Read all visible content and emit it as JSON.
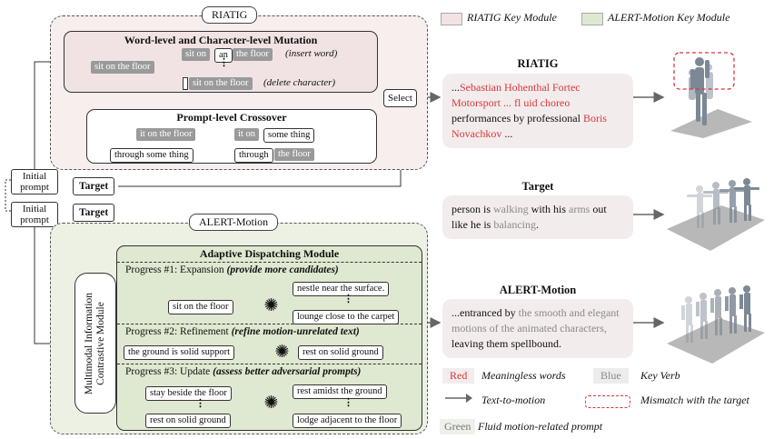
{
  "legend": {
    "riatig_module": "RIATIG Key Module",
    "alert_module": "ALERT-Motion Key Module",
    "red_swatch": "Red",
    "red_meaning": "Meaningless words",
    "blue_swatch": "Blue",
    "blue_meaning": "Key Verb",
    "arrow_meaning": "Text-to-motion",
    "dashed_meaning": "Mismatch with the target",
    "green_swatch": "Green",
    "green_meaning": "Fluid motion-related prompt"
  },
  "riatig": {
    "label": "RIATIG",
    "mutation_title": "Word-level and Character-level Mutation",
    "source": "sit on the floor",
    "ins_a": "sit on",
    "ins_b": "an",
    "ins_c": "the floor",
    "insert_note": "(insert word)",
    "del_a": "sit on the floor",
    "delete_note": "(delete character)",
    "crossover_title": "Prompt-level Crossover",
    "p1": "it on the floor",
    "p2": "through some thing",
    "c1a": "it on",
    "c1b": "some thing",
    "c2a": "through",
    "c2b": "the floor",
    "select": "Select"
  },
  "inputs": {
    "initial_prompt_1": "Initial prompt",
    "initial_prompt_2": "Initial prompt",
    "target_1": "Target",
    "target_2": "Target"
  },
  "alert": {
    "label": "ALERT-Motion",
    "contrastive": "Multimodal Information Contrastive Module",
    "dispatch_title": "Adaptive Dispatching Module",
    "stage1_label": "Progress #1: Expansion",
    "stage1_note": "(provide more candidates)",
    "s1_in": "sit on the floor",
    "s1_out1": "nestle near the surface.",
    "s1_out2": "lounge close to the carpet",
    "stage2_label": "Progress #2: Refinement",
    "stage2_note": "(refine motion-unrelated text)",
    "s2_in": "the ground is solid support",
    "s2_out": "rest on solid ground",
    "stage3_label": "Progress #3: Update",
    "stage3_note": "(assess better adversarial prompts)",
    "s3_in1": "stay beside the floor",
    "s3_in2": "rest on solid ground",
    "s3_out1": "rest amidst the ground",
    "s3_out2": "lodge adjacent to the floor"
  },
  "results": {
    "riatig_title": "RIATIG",
    "riatig_t1": "...",
    "riatig_t2": "Sebastian Hohenthal Fortec Motorsport ... fl uid choreo",
    "riatig_t3": " performances by professional ",
    "riatig_t4": "Boris Novachkov",
    "riatig_t5": " ...",
    "target_title": "Target",
    "target_t1": "person is ",
    "target_t2": "walking",
    "target_t3": " with his ",
    "target_t4": "arms",
    "target_t5": " out like he is ",
    "target_t6": "balancing",
    "target_t7": ".",
    "alert_title": "ALERT-Motion",
    "alert_t1": "...entranced by ",
    "alert_t2": "the smooth and elegant motions of the animated characters,",
    "alert_t3": " leaving them spellbound."
  },
  "colors": {
    "riatig_bg": "#f7eeee",
    "alert_bg": "#ecf1e4",
    "red_text": "#d6373d",
    "green_box": "#dfe8d0",
    "pink_box": "#f1e3e4"
  }
}
